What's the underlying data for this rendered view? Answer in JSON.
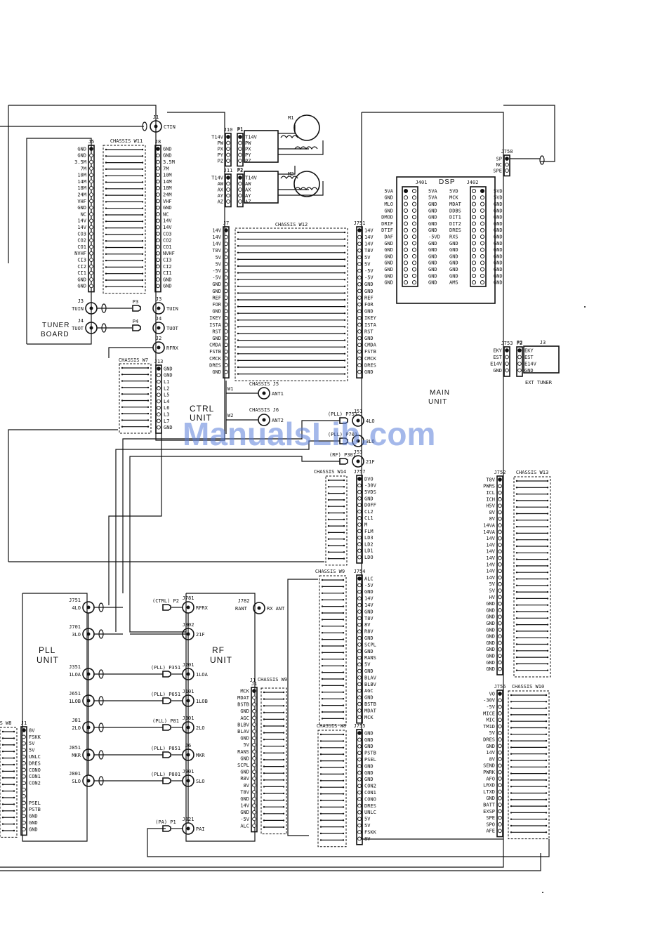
{
  "watermark": "ManualsLib.com",
  "units": {
    "tuner": [
      "TUNER",
      "BOARD"
    ],
    "ctrl": [
      "CTRL",
      "UNIT"
    ],
    "main": [
      "MAIN",
      "UNIT"
    ],
    "pll": [
      "PLL",
      "UNIT"
    ],
    "rf": [
      "RF",
      "UNIT"
    ],
    "dsp": "DSP",
    "ext_tuner": "EXT TUNER"
  },
  "chassis_labels": {
    "w11": "CHASSIS W11",
    "w12": "CHASSIS W12",
    "w7": "CHASSIS W7",
    "w14": "CHASSIS W14",
    "w9a": "CHASSIS W9",
    "w9b": "CHASSIS W9",
    "w8a": "CHASSIS W8",
    "w8b": "S W8",
    "w13": "CHASSIS W13",
    "w10": "CHASSIS W10",
    "j5": "CHASSIS J5",
    "j6": "CHASSIS J6"
  },
  "connectors": {
    "j5_tuner": {
      "name": "J5",
      "pins": [
        "GND",
        "GND",
        "3.5M",
        "7M",
        "10M",
        "14M",
        "18M",
        "24M",
        "VHF",
        "GND",
        "NC",
        "14V",
        "14V",
        "CO3",
        "CO2",
        "CO1",
        "NVHF",
        "CI3",
        "CI2",
        "CI1",
        "GND",
        "GND"
      ]
    },
    "j8_ctrl": {
      "name": "J8",
      "pins": [
        "GND",
        "GND",
        "3.5M",
        "7M",
        "10M",
        "14M",
        "18M",
        "24M",
        "VHF",
        "GND",
        "NC",
        "14V",
        "14V",
        "CO3",
        "CO2",
        "CO1",
        "NVHF",
        "CI3",
        "CI2",
        "CI1",
        "GND",
        "GND"
      ]
    },
    "j13": {
      "name": "J13",
      "pins": [
        "GND",
        "GND",
        "L1",
        "L2",
        "L5",
        "L4",
        "L6",
        "L3",
        "L7",
        "GND"
      ]
    },
    "j10": {
      "name": "J10",
      "pins": [
        "T14V",
        "PW",
        "PX",
        "PY",
        "PZ"
      ]
    },
    "j11": {
      "name": "J11",
      "pins": [
        "T14V",
        "AW",
        "AX",
        "AY",
        "AZ"
      ]
    },
    "p1": {
      "name": "P1",
      "pins": [
        "T14V",
        "PW",
        "PX",
        "PY",
        "PZ"
      ]
    },
    "p2": {
      "name": "P2",
      "pins": [
        "T14V",
        "AW",
        "AX",
        "AY",
        "AZ"
      ]
    },
    "j7": {
      "name": "J7",
      "pins": [
        "14V",
        "14V",
        "14V",
        "T8V",
        "5V",
        "5V",
        "-5V",
        "-5V",
        "GND",
        "GND",
        "REF",
        "FOR",
        "GND",
        "IKEY",
        "ISTA",
        "RST",
        "GND",
        "CMDA",
        "FSTB",
        "CMCK",
        "DRES",
        "GND"
      ]
    },
    "j751_main": {
      "name": "J751",
      "pins": [
        "14V",
        "14V",
        "14V",
        "T8V",
        "5V",
        "5V",
        "-5V",
        "-5V",
        "GND",
        "GND",
        "REF",
        "FOR",
        "GND",
        "IKEY",
        "ISTA",
        "RST",
        "GND",
        "CMDA",
        "FSTB",
        "CMCK",
        "DRES",
        "GND"
      ]
    },
    "j401": {
      "name": "J401",
      "left": [
        "5VA",
        "GND",
        "MLO",
        "GND",
        "DMOD",
        "DRIF",
        "DTIF",
        "DAF",
        "GND",
        "GND",
        "GND",
        "GND",
        "GND",
        "GND",
        "GND"
      ],
      "right": [
        "5VA",
        "5VA",
        "GND",
        "GND",
        "GND",
        "GND",
        "GND",
        "-5VD",
        "GND",
        "GND",
        "GND",
        "GND",
        "GND",
        "GND",
        "GND"
      ]
    },
    "j402": {
      "name": "J402",
      "left": [
        "5VD",
        "MCK",
        "MDAT",
        "DDBS",
        "DIT1",
        "DIT2",
        "DRES",
        "RXS",
        "GND",
        "GND",
        "GND",
        "GND",
        "GND",
        "GND",
        "AMS"
      ],
      "right": [
        "5VD",
        "5VD",
        "GND",
        "GND",
        "GND",
        "GND",
        "GND",
        "GND",
        "GND",
        "GND",
        "GND",
        "GND",
        "GND",
        "GND",
        "GND"
      ]
    },
    "j758": {
      "name": "J758",
      "pins": [
        "SP",
        "NC",
        "SPE"
      ]
    },
    "j753": {
      "name": "J753",
      "pins": [
        "EKY",
        "EST",
        "E14V",
        "GND"
      ]
    },
    "p2_ext": {
      "name": "P2",
      "pins": [
        "EKY",
        "EST",
        "E14V",
        "GND"
      ]
    },
    "j3_ext": {
      "name": "J3"
    },
    "j757": {
      "name": "J757",
      "pins": [
        "DVO",
        "-30V",
        "5VDS",
        "GND",
        "DOFF",
        "CL2",
        "CL1",
        "M",
        "FLM",
        "LD3",
        "LD2",
        "LD1",
        "LDO"
      ]
    },
    "j754": {
      "name": "J754",
      "pins": [
        "ALC",
        "-5V",
        "GND",
        "14V",
        "14V",
        "GND",
        "T8V",
        "8V",
        "R8V",
        "GND",
        "SCPL",
        "GND",
        "RANS",
        "5V",
        "GND",
        "BLAV",
        "BLBV",
        "AGC",
        "GND",
        "BSTB",
        "MDAT",
        "MCK"
      ]
    },
    "j755": {
      "name": "J755",
      "pins": [
        "GND",
        "GND",
        "GND",
        "PSTB",
        "PSEL",
        "GND",
        "GND",
        "GND",
        "CON2",
        "CON1",
        "CONO",
        "DRES",
        "UNLC",
        "5V",
        "5V",
        "FSKK",
        "8V"
      ]
    },
    "j752": {
      "name": "J752",
      "pins": [
        "T8V",
        "PWRS",
        "ICL",
        "ICH",
        "H5V",
        "8V",
        "8V",
        "14VA",
        "14VA",
        "14V",
        "14V",
        "14V",
        "14V",
        "14V",
        "14V",
        "14V",
        "5V",
        "5V",
        "HV",
        "GND",
        "GND",
        "GND",
        "GND",
        "GND",
        "GND",
        "GND",
        "GND",
        "GND",
        "GND",
        "GND"
      ]
    },
    "j756": {
      "name": "J756",
      "pins": [
        "VO",
        "-30V",
        "-5V",
        "MICE",
        "MIC",
        "TM1D",
        "5V",
        "DRES",
        "GND",
        "14V",
        "8V",
        "SEND",
        "PWRK",
        "AFO",
        "LRXD",
        "LTXD",
        "GND",
        "BATT",
        "EXSP",
        "SPE",
        "SPO",
        "AFE"
      ]
    },
    "j1_rf": {
      "name": "J1",
      "pins": [
        "MCK",
        "MDAT",
        "BSTB",
        "GND",
        "AGC",
        "BLBV",
        "BLAV",
        "GND",
        "5V",
        "RANS",
        "GND",
        "SCPL",
        "GND",
        "R8V",
        "8V",
        "T8V",
        "GND",
        "14V",
        "GND",
        "-5V",
        "ALC"
      ]
    },
    "j1_pll": {
      "name": "J1",
      "pins": [
        "8V",
        "FSKK",
        "5V",
        "5V",
        "UNLC",
        "DRES",
        "CONO",
        "CON1",
        "CON2",
        "",
        "",
        "PSEL",
        "PSTB",
        "GND",
        "GND",
        "GND"
      ]
    }
  },
  "rf_jacks": {
    "ctin": {
      "ref": "J1",
      "sig": "CTIN"
    },
    "tuin_tb": {
      "ref": "J3",
      "sig": "TUIN"
    },
    "tuot_tb": {
      "ref": "J4",
      "sig": "TUOT"
    },
    "tuin_ct": {
      "ref": "J3",
      "sig": "TUIN"
    },
    "tuot_ct": {
      "ref": "J4",
      "sig": "TUOT"
    },
    "rfrx_ct": {
      "ref": "J2",
      "sig": "RFRX"
    },
    "p3": "P3",
    "p4": "P4",
    "ant1": "ANT1",
    "ant2": "ANT2",
    "w1": "W1",
    "w2": "W2",
    "m1": "M1",
    "m2": "M2",
    "j51": {
      "ref": "J51",
      "sig": "4LO",
      "plug": "(PLL) P751"
    },
    "j52": {
      "ref": "J52",
      "sig": "3LO",
      "plug": "(PLL) P701"
    },
    "j53": {
      "ref": "J53",
      "sig": "21F",
      "plug": "(RF) P301"
    },
    "pll_j751": {
      "ref": "J751",
      "sig": "4LO"
    },
    "pll_j701": {
      "ref": "J701",
      "sig": "3LO"
    },
    "pll_j351": {
      "ref": "J351",
      "sig": "1LOA"
    },
    "pll_j651": {
      "ref": "J651",
      "sig": "1LOB"
    },
    "pll_j81": {
      "ref": "J81",
      "sig": "2LO"
    },
    "pll_j851": {
      "ref": "J851",
      "sig": "MKR"
    },
    "pll_j801": {
      "ref": "J801",
      "sig": "SLO"
    },
    "rf_j781": {
      "ref": "J781",
      "sig": "RFRX",
      "plug": "(CTRL) P2"
    },
    "rf_j302": {
      "ref": "J302",
      "sig": "21F"
    },
    "rf_j201": {
      "ref": "J201",
      "sig": "1LOA",
      "plug": "(PLL) P351"
    },
    "rf_j101": {
      "ref": "J101",
      "sig": "1LOB",
      "plug": "(PLL) P651"
    },
    "rf_j301": {
      "ref": "J301",
      "sig": "2LO",
      "plug": "(PLL) P81"
    },
    "rf_j6": {
      "ref": "J6",
      "sig": "MKR",
      "plug": "(PLL) P851"
    },
    "rf_j901": {
      "ref": "J901",
      "sig": "SLO",
      "plug": "(PLL) P801"
    },
    "rf_j821": {
      "ref": "J821",
      "sig": "PAI",
      "plug": "(PA) P1"
    },
    "rf_j782": {
      "ref": "J782",
      "sig": "RANT",
      "ext": "RX ANT"
    }
  }
}
